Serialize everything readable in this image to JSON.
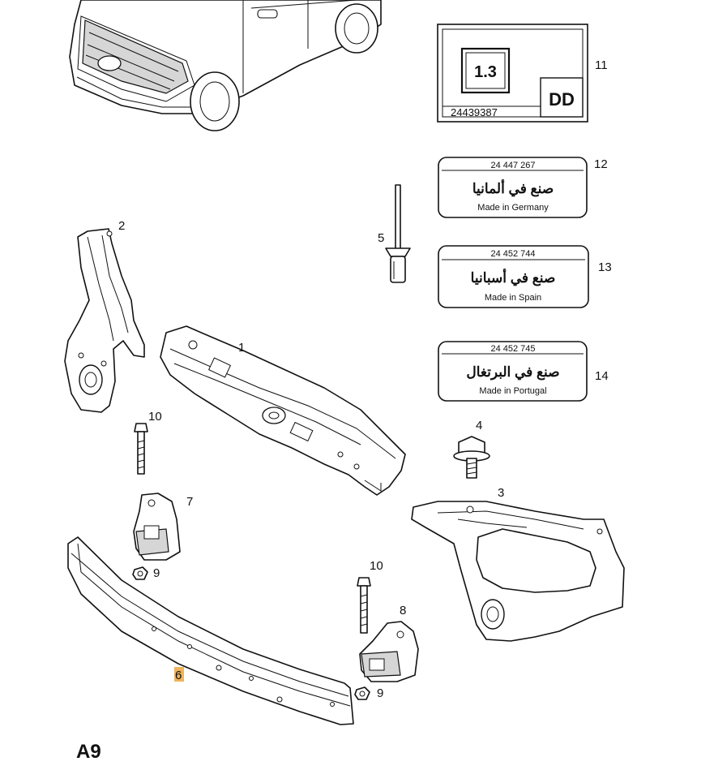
{
  "page_code": "A9",
  "callouts": {
    "c1": "1",
    "c2": "2",
    "c3": "3",
    "c4": "4",
    "c5": "5",
    "c6": "6",
    "c7": "7",
    "c8": "8",
    "c9a": "9",
    "c9b": "9",
    "c10a": "10",
    "c10b": "10",
    "c11": "11",
    "c12": "12",
    "c13": "13",
    "c14": "14"
  },
  "engine_label": {
    "engine": "1.3",
    "code": "DD",
    "part_number": "24439387"
  },
  "origin_labels": [
    {
      "part_number": "24 447 267",
      "arabic": "صنع في ألمانيا",
      "english": "Made in Germany"
    },
    {
      "part_number": "24 452 744",
      "arabic": "صنع في أسبانيا",
      "english": "Made in Spain"
    },
    {
      "part_number": "24 452 745",
      "arabic": "صنع في البرتغال",
      "english": "Made in Portugal"
    }
  ],
  "highlight_color": "#f0b45a"
}
